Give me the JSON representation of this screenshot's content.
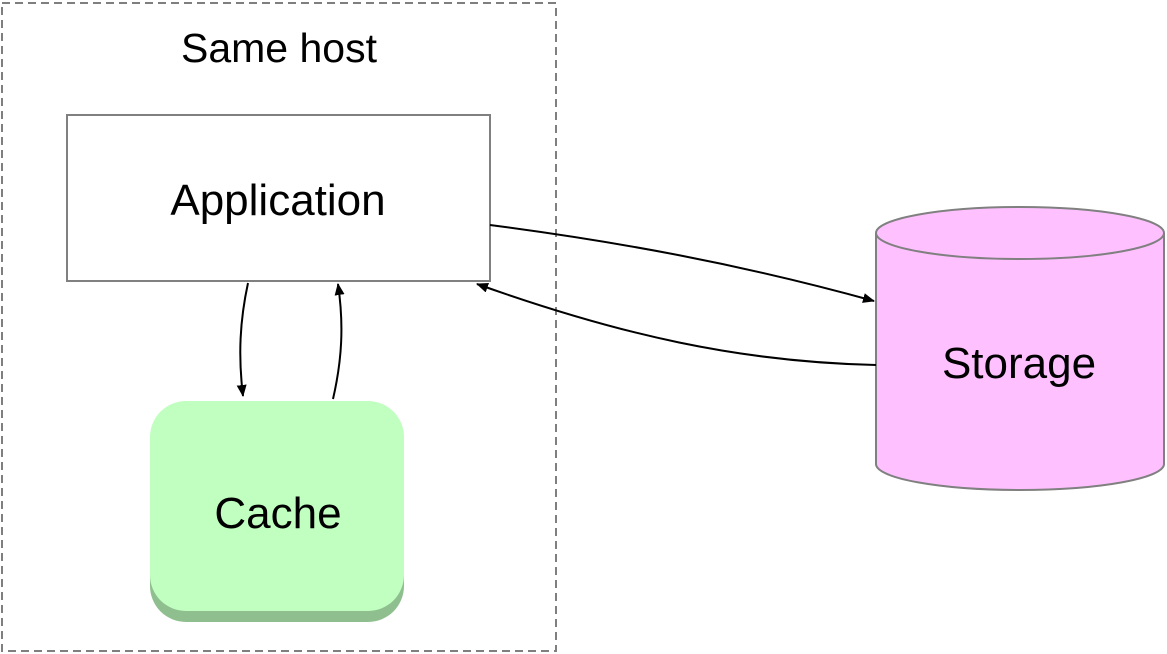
{
  "group": {
    "label": "Same host"
  },
  "nodes": {
    "application": {
      "label": "Application",
      "fill": "#ffffff",
      "stroke": "#808080"
    },
    "cache": {
      "label": "Cache",
      "fill": "#c0ffc0",
      "shadow": "#8fbf8f"
    },
    "storage": {
      "label": "Storage",
      "fill": "#ffc0ff",
      "stroke": "#808080"
    }
  },
  "edges": [
    {
      "from": "application",
      "to": "cache"
    },
    {
      "from": "cache",
      "to": "application"
    },
    {
      "from": "application",
      "to": "storage"
    },
    {
      "from": "storage",
      "to": "application"
    }
  ]
}
